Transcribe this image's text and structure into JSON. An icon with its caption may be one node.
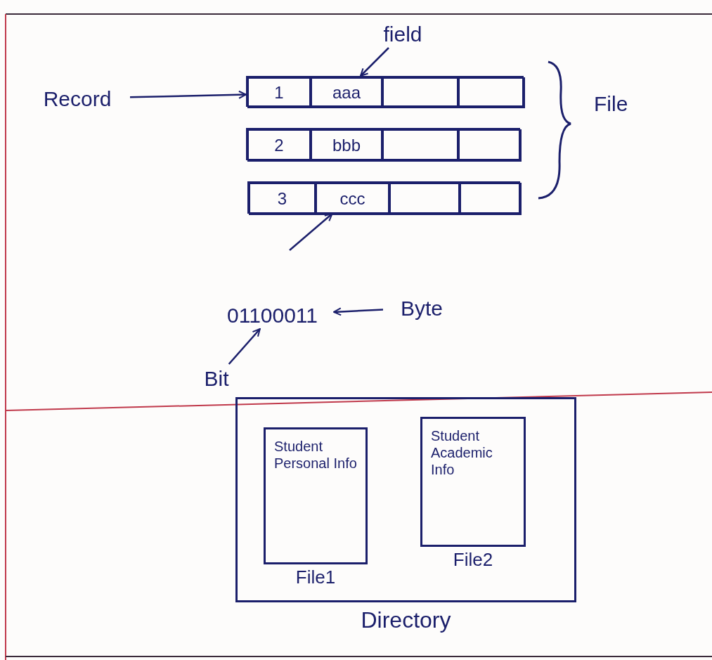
{
  "diagram": {
    "nodes": [
      {
        "text": [
          "Record"
        ]
      },
      {
        "text": [],
        "shape": "box"
      },
      {
        "text": [
          "1"
        ],
        "in": 1
      },
      {
        "text": [
          "aaa"
        ],
        "in": 1
      },
      {
        "text": [],
        "shape": "box",
        "in": 1
      },
      {
        "text": [],
        "shape": "box",
        "in": 1
      },
      {
        "text": [],
        "shape": "box"
      },
      {
        "text": [
          "2"
        ],
        "in": 6
      },
      {
        "text": [
          "bbb"
        ],
        "in": 6
      },
      {
        "text": [],
        "shape": "box",
        "in": 6
      },
      {
        "text": [],
        "shape": "box",
        "in": 6
      },
      {
        "text": [],
        "shape": "box"
      },
      {
        "text": [
          "3"
        ],
        "in": 11
      },
      {
        "text": [
          "ccc"
        ],
        "in": 11
      },
      {
        "text": [],
        "shape": "box",
        "in": 11
      },
      {
        "text": [],
        "shape": "box",
        "in": 11
      },
      {
        "text": [
          "field"
        ]
      },
      {
        "text": [
          "01100011"
        ]
      },
      {
        "text": [
          "Byte"
        ]
      },
      {
        "text": [
          "Bit"
        ]
      },
      {
        "text": [
          "Directory"
        ]
      },
      {
        "text": [
          "Student Personal Info",
          "File1"
        ],
        "in": 20
      },
      {
        "text": [
          "Student Academic Info",
          "File2"
        ],
        "in": 20
      }
    ],
    "edges": [
      {
        "from": 0,
        "to": 1,
        "arrow": "to"
      },
      {
        "from": 16,
        "to": 3,
        "arrow": "to"
      },
      {
        "from": null,
        "to": 13,
        "arrow": "to"
      },
      {
        "from": 18,
        "to": 17,
        "arrow": "to"
      },
      {
        "from": 19,
        "to": 17,
        "arrow": "to"
      }
    ],
    "labels": [
      "File"
    ]
  }
}
